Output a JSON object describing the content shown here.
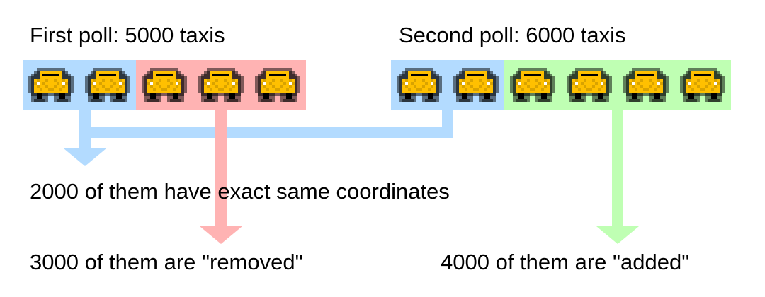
{
  "first_poll": {
    "title": "First poll: 5000 taxis",
    "segments": [
      {
        "kind": "same",
        "taxis": 2,
        "color": "#b3dbff"
      },
      {
        "kind": "removed",
        "taxis": 3,
        "color": "#ffb3b3"
      }
    ]
  },
  "second_poll": {
    "title": "Second poll: 6000 taxis",
    "segments": [
      {
        "kind": "same",
        "taxis": 2,
        "color": "#b3dbff"
      },
      {
        "kind": "added",
        "taxis": 4,
        "color": "#bfffb3"
      }
    ]
  },
  "labels": {
    "same": "2000 of them have exact same coordinates",
    "removed": "3000 of them are \"removed\"",
    "added": "4000 of them are \"added\""
  },
  "icons": {
    "taxi": "taxi-icon"
  },
  "colors": {
    "same": "#b3dbff",
    "removed": "#ffb3b3",
    "added": "#bfffb3",
    "taxi_body": "#ffc000",
    "taxi_check": "#d9a300"
  }
}
